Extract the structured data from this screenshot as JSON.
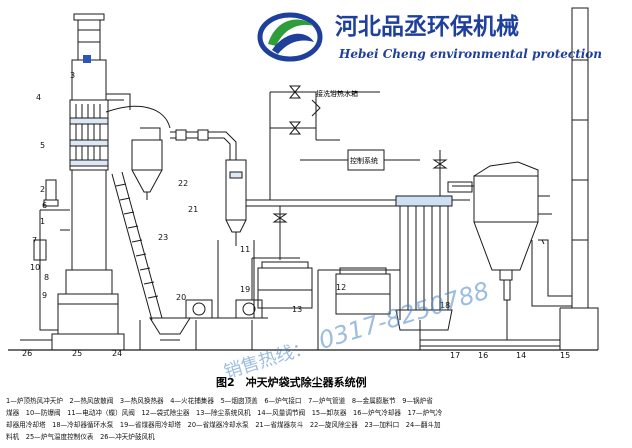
{
  "company": {
    "name_cn": "河北品丞环保机械",
    "name_en": "Hebei Cheng environmental protection"
  },
  "watermark": {
    "phone": "0317-8250788",
    "hotline": "销售热线："
  },
  "labels": {
    "steam_pipe": "接洗浴热水箱",
    "control_system": "控制系统"
  },
  "callouts": [
    "1",
    "2",
    "3",
    "4",
    "5",
    "6",
    "7",
    "8",
    "9",
    "10",
    "11",
    "12",
    "13",
    "14",
    "15",
    "16",
    "17",
    "18",
    "19",
    "20",
    "21",
    "22",
    "23",
    "24",
    "25",
    "26"
  ],
  "figure_caption": "图2　冲天炉袋式除尘器系统例",
  "legend_lines": [
    "1—炉顶热风冲天炉　2—热风放散阀　3—热风换热器　4—火花捕集器　5—烟囱顶盖　6—炉气接口　7—炉气管道　8—金属膨胀节　9—锅炉省",
    "煤器　10—防爆阀　11—电动冲（蝶）风阀　12—袋式除尘器　13—除尘系统风机　14—风量调节阀　15—卸灰器　16—炉气冷却器　17—炉气冷",
    "却器用冷却塔　18—冷却器循环水泵　19—省煤器用冷却塔　20—省煤器冷却水泵　21—省煤器灰斗　22—旋风除尘器　23—加料口　24—翻斗加",
    "料机　25—炉气温度控制仪表　26—冲天炉鼓风机"
  ],
  "colors": {
    "line": "#1a1a1a",
    "logo_blue": "#1f3f9c",
    "logo_green": "#2e9e3a",
    "watermark": "#4a86c8"
  }
}
